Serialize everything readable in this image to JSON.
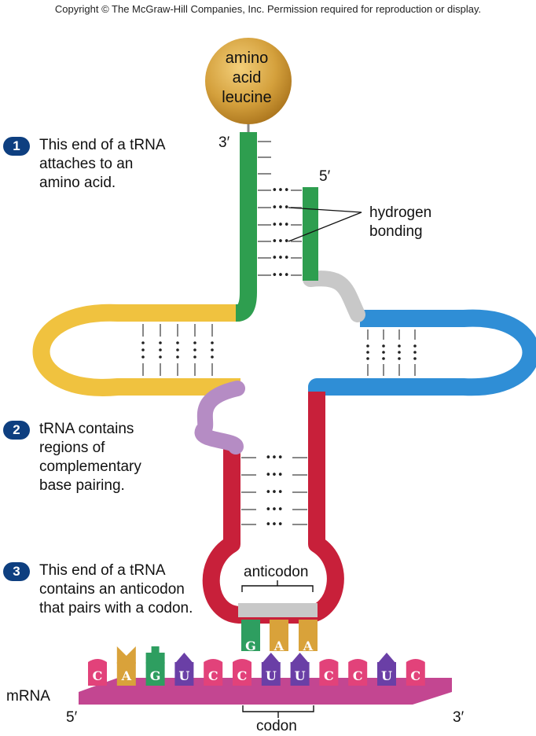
{
  "copyright": "Copyright © The McGraw-Hill Companies, Inc. Permission required for reproduction or display.",
  "amino_acid": {
    "line1": "amino",
    "line2": "acid",
    "line3": "leucine"
  },
  "ends": {
    "trna_3prime": "3′",
    "trna_5prime": "5′",
    "mrna_5prime": "5′",
    "mrna_3prime": "3′"
  },
  "hydrogen_bonding": {
    "line1": "hydrogen",
    "line2": "bonding"
  },
  "steps": [
    {
      "number": "1",
      "lines": [
        "This end of a tRNA",
        "attaches to an",
        "amino acid."
      ]
    },
    {
      "number": "2",
      "lines": [
        "tRNA contains",
        "regions of",
        "complementary",
        "base pairing."
      ]
    },
    {
      "number": "3",
      "lines": [
        "This end of a tRNA",
        "contains an anticodon",
        "that pairs with a codon."
      ]
    }
  ],
  "anticodon_label": "anticodon",
  "codon_label": "codon",
  "mrna_label": "mRNA",
  "anticodon_bases": [
    "G",
    "A",
    "A"
  ],
  "mrna_bases": [
    "C",
    "A",
    "G",
    "U",
    "C",
    "C",
    "U",
    "U",
    "C",
    "C",
    "U",
    "C"
  ],
  "colors": {
    "amino_acid": "#d4a03c",
    "green_arm": "#2e9e4f",
    "yellow_arm": "#f0c23f",
    "blue_arm": "#2f8ed6",
    "red_arm": "#c8203a",
    "purple_linker": "#b58cc4",
    "gray_linker": "#c8c8c8",
    "badge": "#0e3f80",
    "mrna_backbone": "#b8267e",
    "base_C": "#e2427a",
    "base_A": "#d9a23a",
    "base_G": "#2e9e60",
    "base_U": "#6a3fa6"
  }
}
